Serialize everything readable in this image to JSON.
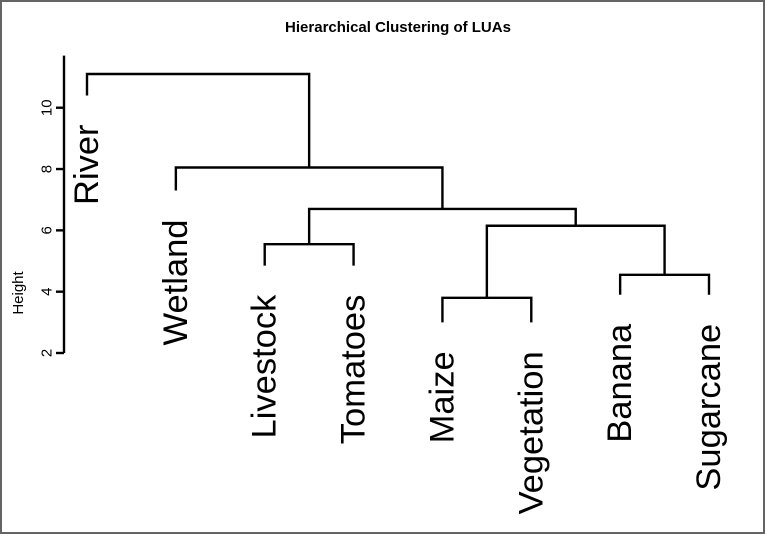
{
  "frame": {
    "background": "#ffffff",
    "border_color": "#646464"
  },
  "chart_data": {
    "type": "dendrogram",
    "title": "Hierarchical Clustering of LUAs",
    "ylabel": "Height",
    "yticks": [
      2,
      4,
      6,
      8,
      10
    ],
    "ylim": [
      2,
      11.7
    ],
    "line_color": "#000000",
    "label_color": "#000000",
    "legend": "none",
    "grid": "off",
    "leaves": [
      "River",
      "Wetland",
      "Livestock",
      "Tomatoes",
      "Maize",
      "Vegetation",
      "Banana",
      "Sugarcane"
    ],
    "leaf_tip_heights": {
      "River": 10.4,
      "Wetland": 7.3,
      "Livestock": 4.85,
      "Tomatoes": 4.85,
      "Maize": 3.0,
      "Vegetation": 3.0,
      "Banana": 3.9,
      "Sugarcane": 3.9
    },
    "tree": {
      "height": 11.1,
      "children": [
        {
          "leaf": "River"
        },
        {
          "height": 8.05,
          "children": [
            {
              "leaf": "Wetland"
            },
            {
              "height": 6.7,
              "children": [
                {
                  "height": 5.55,
                  "children": [
                    {
                      "leaf": "Livestock"
                    },
                    {
                      "leaf": "Tomatoes"
                    }
                  ]
                },
                {
                  "height": 6.15,
                  "children": [
                    {
                      "height": 3.8,
                      "children": [
                        {
                          "leaf": "Maize"
                        },
                        {
                          "leaf": "Vegetation"
                        }
                      ]
                    },
                    {
                      "height": 4.55,
                      "children": [
                        {
                          "leaf": "Banana"
                        },
                        {
                          "leaf": "Sugarcane"
                        }
                      ]
                    }
                  ]
                }
              ]
            }
          ]
        }
      ]
    }
  }
}
